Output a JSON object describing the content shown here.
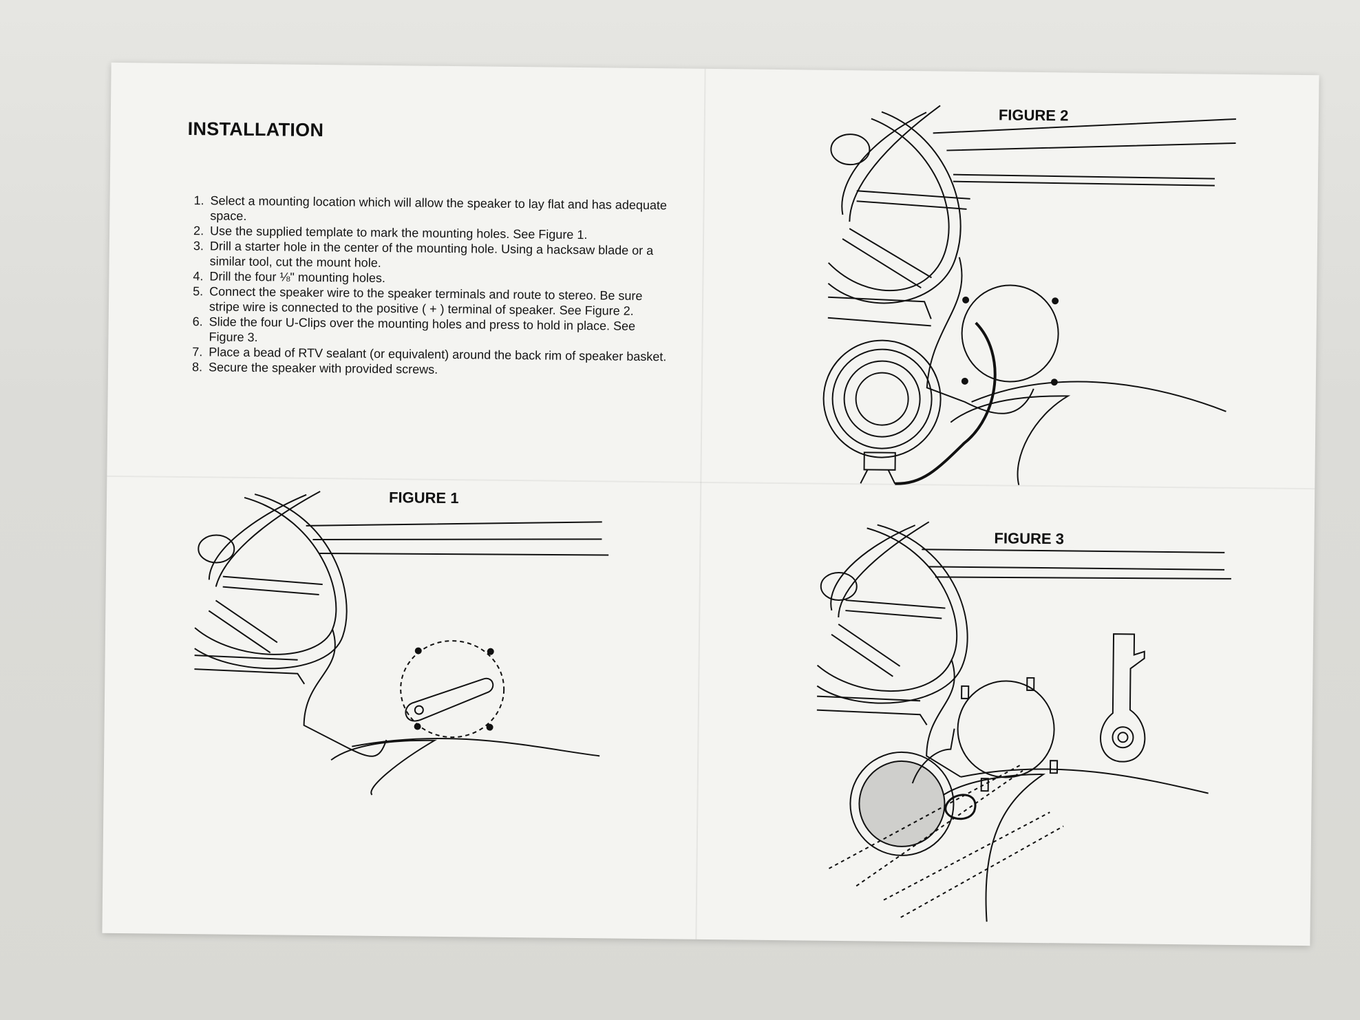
{
  "title": "INSTALLATION",
  "steps": [
    {
      "num": "1.",
      "text": "Select a mounting location which will allow the speaker to lay flat and has adequate space."
    },
    {
      "num": "2.",
      "text": "Use the supplied template to mark the mounting holes. See Figure 1."
    },
    {
      "num": "3.",
      "text": "Drill a starter hole in the center of the mounting hole. Using a hacksaw blade or a similar tool, cut the mount hole."
    },
    {
      "num": "4.",
      "text": "Drill the four ⅛\" mounting holes."
    },
    {
      "num": "5.",
      "text": "Connect the speaker wire to the speaker terminals and route to stereo. Be sure stripe wire is connected to the positive ( + ) terminal of speaker. See Figure 2."
    },
    {
      "num": "6.",
      "text": "Slide the four U-Clips over the mounting holes and press to hold in place. See Figure 3."
    },
    {
      "num": "7.",
      "text": "Place a bead of RTV sealant (or equivalent) around the back rim of speaker basket."
    },
    {
      "num": "8.",
      "text": "Secure the speaker with provided screws."
    }
  ],
  "figures": {
    "figure1": "FIGURE 1",
    "figure2": "FIGURE 2",
    "figure3": "FIGURE 3"
  }
}
